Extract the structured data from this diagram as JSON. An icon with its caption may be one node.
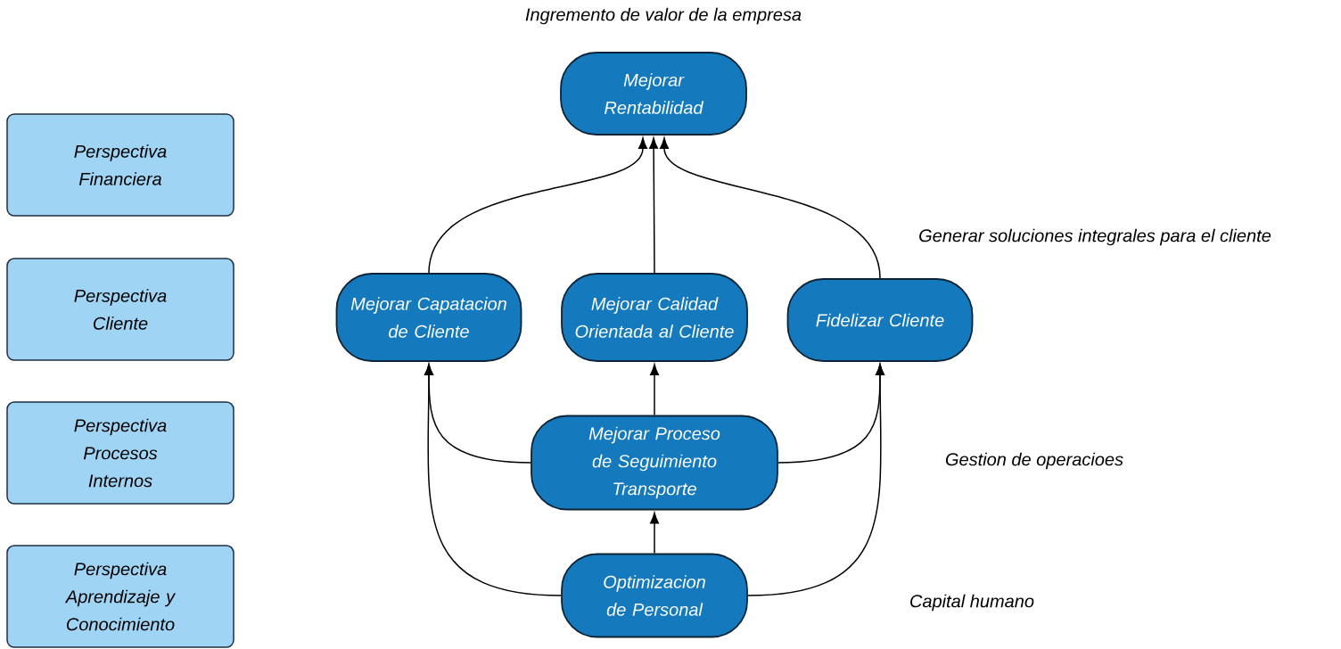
{
  "diagram": {
    "nodes": [
      {
        "text": [
          "Perspectiva Financiera"
        ]
      },
      {
        "text": [
          "Perspectiva Cliente"
        ]
      },
      {
        "text": [
          "Perspectiva Procesos Internos"
        ]
      },
      {
        "text": [
          "Perspectiva Aprendizaje y Conocimiento"
        ]
      },
      {
        "text": [
          "Mejorar Rentabilidad"
        ]
      },
      {
        "text": [
          "Mejorar Capatacion de Cliente"
        ]
      },
      {
        "text": [
          "Mejorar Calidad Orientada al Cliente"
        ]
      },
      {
        "text": [
          "Fidelizar Cliente"
        ]
      },
      {
        "text": [
          "Mejorar Proceso de Seguimiento Transporte"
        ]
      },
      {
        "text": [
          "Optimizacion de Personal"
        ]
      }
    ],
    "edges": [
      {
        "from": 5,
        "to": 4,
        "arrow": "to"
      },
      {
        "from": 6,
        "to": 4,
        "arrow": "to"
      },
      {
        "from": 7,
        "to": 4,
        "arrow": "to"
      },
      {
        "from": 8,
        "to": 5,
        "arrow": "to"
      },
      {
        "from": 8,
        "to": 6,
        "arrow": "to"
      },
      {
        "from": 8,
        "to": 7,
        "arrow": "to"
      },
      {
        "from": 9,
        "to": 8,
        "arrow": "to"
      },
      {
        "from": 9,
        "to": 5,
        "arrow": "to"
      },
      {
        "from": 9,
        "to": 7,
        "arrow": "to"
      }
    ],
    "labels": [
      "Ingremento de valor de la empresa",
      "Generar soluciones integrales para el cliente",
      "Gestion de operacioes",
      "Capital humano"
    ]
  }
}
